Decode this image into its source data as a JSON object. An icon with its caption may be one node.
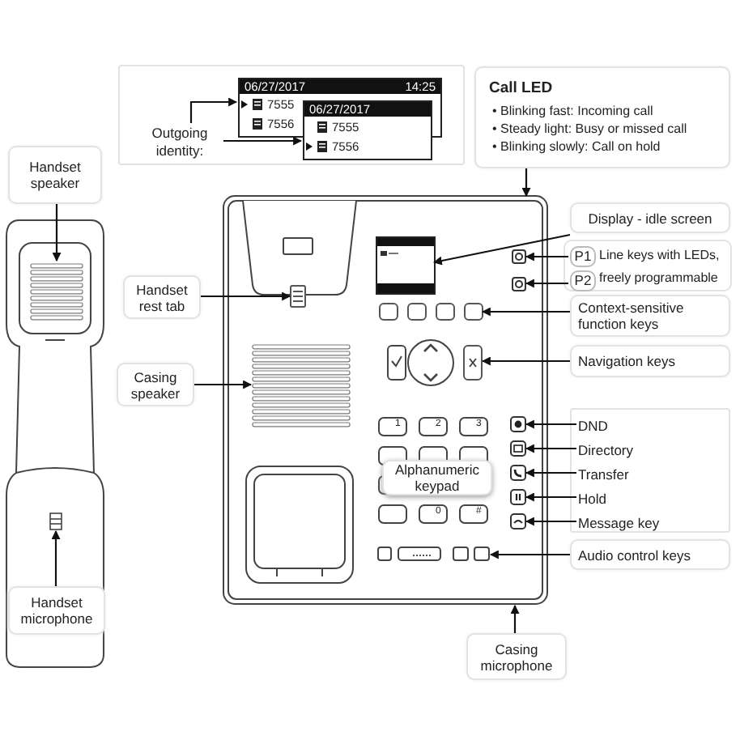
{
  "diagram": {
    "nodes": [
      {
        "text": [
          "Handset speaker"
        ]
      },
      {
        "text": [],
        "shape": "box"
      },
      {
        "text": [
          "Handset microphone"
        ]
      },
      {
        "text": [],
        "shape": "box"
      },
      {
        "text": [
          "Handset rest tab"
        ]
      },
      {
        "text": [],
        "shape": "box"
      },
      {
        "text": [
          "Casing speaker"
        ]
      },
      {
        "text": [],
        "shape": "box"
      },
      {
        "text": [
          "Call LED",
          "• Blinking fast: Incoming call",
          "• Steady light: Busy or missed call",
          "• Blinking slowly: Call on hold"
        ]
      },
      {
        "text": [
          "Display - idle screen"
        ]
      },
      {
        "text": [],
        "shape": "box"
      },
      {
        "text": [
          "Line keys with LEDs, freely programmable"
        ]
      },
      {
        "text": [
          "P1"
        ],
        "in": 11
      },
      {
        "text": [
          "P2"
        ],
        "in": 11
      },
      {
        "text": [],
        "shape": "box"
      },
      {
        "text": [],
        "shape": "box"
      },
      {
        "text": [
          "Context-sensitive function keys"
        ]
      },
      {
        "text": [],
        "shape": "box"
      },
      {
        "text": [
          "Navigation keys"
        ]
      },
      {
        "text": [],
        "shape": "box"
      },
      {
        "text": [],
        "shape": "box"
      },
      {
        "text": [
          "DND"
        ],
        "in": 20
      },
      {
        "text": [
          "Directory"
        ],
        "in": 20
      },
      {
        "text": [
          "Transfer"
        ],
        "in": 20
      },
      {
        "text": [
          "Hold"
        ],
        "in": 20
      },
      {
        "text": [
          "Message key"
        ],
        "in": 20
      },
      {
        "text": [],
        "shape": "box"
      },
      {
        "text": [],
        "shape": "box"
      },
      {
        "text": [],
        "shape": "box"
      },
      {
        "text": [],
        "shape": "box"
      },
      {
        "text": [],
        "shape": "box"
      },
      {
        "text": [
          "Audio control keys"
        ]
      },
      {
        "text": [],
        "shape": "box"
      },
      {
        "text": [
          "Casing microphone"
        ]
      },
      {
        "text": [
          "Alphanumeric keypad"
        ]
      },
      {
        "text": [],
        "shape": "box"
      },
      {
        "text": [
          "Outgoing identity:"
        ],
        "in": 35
      },
      {
        "text": [
          "06/27/2017",
          "14:25",
          "7555",
          "7556"
        ],
        "in": 35
      },
      {
        "text": [
          "06/27/2017",
          "7555",
          "7556"
        ],
        "in": 35
      }
    ],
    "edges": [
      {
        "from": 0,
        "to": 1,
        "arrow": "to"
      },
      {
        "from": 2,
        "to": 3,
        "arrow": "to"
      },
      {
        "from": 4,
        "to": 5,
        "arrow": "to"
      },
      {
        "from": 6,
        "to": 7,
        "arrow": "to"
      },
      {
        "from": 8,
        "to": null,
        "arrow": "to"
      },
      {
        "from": 9,
        "to": 10,
        "arrow": "to"
      },
      {
        "from": 12,
        "to": 14,
        "arrow": "to"
      },
      {
        "from": 13,
        "to": 15,
        "arrow": "to"
      },
      {
        "from": 16,
        "to": 17,
        "arrow": "to"
      },
      {
        "from": 18,
        "to": 19,
        "arrow": "to"
      },
      {
        "from": 21,
        "to": 26,
        "arrow": "to"
      },
      {
        "from": 22,
        "to": 27,
        "arrow": "to"
      },
      {
        "from": 23,
        "to": 28,
        "arrow": "to"
      },
      {
        "from": 24,
        "to": 29,
        "arrow": "to"
      },
      {
        "from": 25,
        "to": 30,
        "arrow": "to"
      },
      {
        "from": 31,
        "to": 32,
        "arrow": "to"
      },
      {
        "from": 33,
        "to": null,
        "arrow": "to"
      },
      {
        "from": 36,
        "to": 37,
        "arrow": "to"
      },
      {
        "from": 36,
        "to": 38,
        "arrow": "to"
      }
    ],
    "labels": [
      "1",
      "2",
      "3",
      "0",
      "#"
    ]
  }
}
